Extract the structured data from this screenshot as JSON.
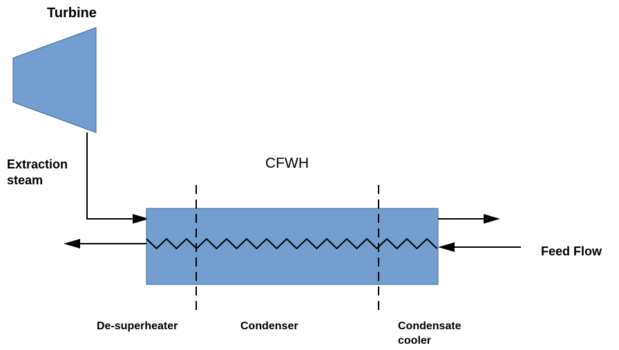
{
  "labels": {
    "turbine": "Turbine",
    "extraction_line1": "Extraction",
    "extraction_line2": "steam",
    "cfwh": "CFWH",
    "feed_flow": "Feed Flow",
    "desuperheater": "De-superheater",
    "condenser": "Condenser",
    "condensate_line1": "Condensate",
    "condensate_line2": "cooler"
  },
  "colors": {
    "component_fill": "#729fcf",
    "component_stroke": "#3465a4",
    "line": "#000000"
  }
}
